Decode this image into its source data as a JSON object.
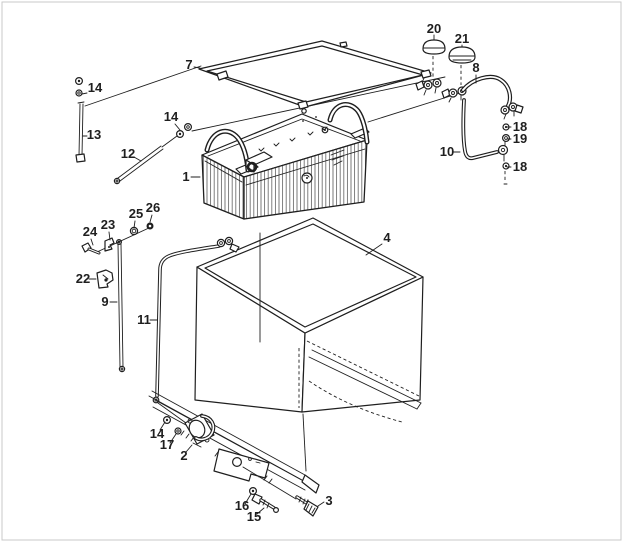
{
  "diagram": {
    "background_color": "#ffffff",
    "line_color": "#1f1f1f",
    "border_color": "#c9c9c9",
    "part_labels": [
      {
        "text": "7"
      },
      {
        "text": "14"
      },
      {
        "text": "13"
      },
      {
        "text": "12"
      },
      {
        "text": "14"
      },
      {
        "text": "1"
      },
      {
        "text": "20"
      },
      {
        "text": "21"
      },
      {
        "text": "8"
      },
      {
        "text": "18"
      },
      {
        "text": "19"
      },
      {
        "text": "10"
      },
      {
        "text": "18"
      },
      {
        "text": "4"
      },
      {
        "text": "24"
      },
      {
        "text": "23"
      },
      {
        "text": "25"
      },
      {
        "text": "26"
      },
      {
        "text": "22"
      },
      {
        "text": "9"
      },
      {
        "text": "11"
      },
      {
        "text": "14"
      },
      {
        "text": "17"
      },
      {
        "text": "2"
      },
      {
        "text": "16"
      },
      {
        "text": "15"
      },
      {
        "text": "3"
      }
    ]
  }
}
